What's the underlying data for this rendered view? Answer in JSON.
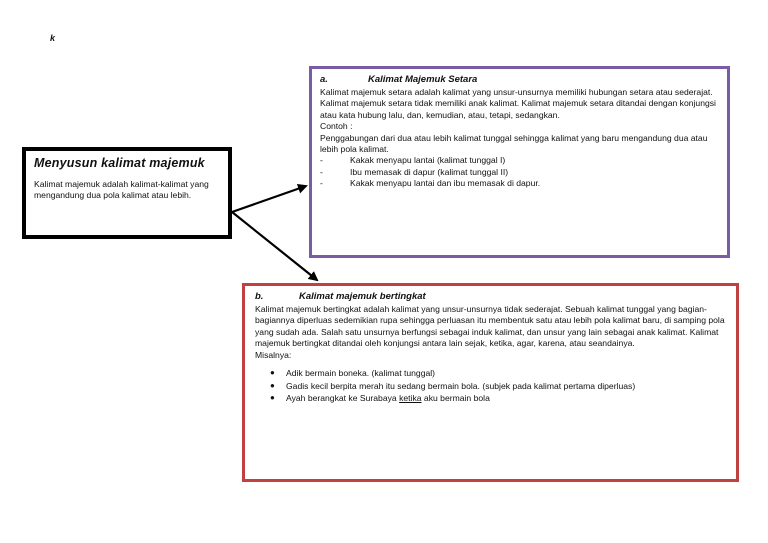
{
  "page": {
    "corner_mark": "k"
  },
  "main_box": {
    "title": "Menyusun kalimat majemuk",
    "body": "Kalimat majemuk adalah kalimat-kalimat yang mengandung dua pola kalimat atau lebih."
  },
  "section_a": {
    "letter": "a.",
    "title": "Kalimat Majemuk Setara",
    "body": "Kalimat majemuk setara adalah kalimat yang unsur-unsurnya memiliki hubungan setara atau sederajat. Kalimat majemuk setara tidak memiliki anak kalimat. Kalimat majemuk setara ditandai dengan konjungsi atau kata hubung lalu, dan, kemudian, atau, tetapi, sedangkan.",
    "example_label": "Contoh :",
    "example_intro": "Penggabungan dari dua atau lebih kalimat tunggal sehingga kalimat yang baru mengandung dua atau lebih pola kalimat.",
    "dash": "-",
    "examples": [
      "Kakak menyapu lantai (kalimat tunggal I)",
      "Ibu memasak di dapur (kalimat tunggal II)",
      "Kakak menyapu lantai dan ibu memasak di dapur."
    ]
  },
  "section_b": {
    "letter": "b.",
    "title": "Kalimat majemuk bertingkat",
    "body": "Kalimat majemuk bertingkat adalah kalimat yang unsur-unsurnya tidak sederajat. Sebuah kalimat tunggal yang bagian-bagiannya diperluas sedemikian rupa sehingga perluasan itu membentuk satu atau lebih pola kalimat baru, di samping pola yang sudah ada. Salah satu unsurnya berfungsi sebagai induk kalimat, dan unsur yang lain sebagai anak kalimat. Kalimat majemuk bertingkat ditandai oleh konjungsi antara lain sejak, ketika, agar, karena, atau seandainya.",
    "example_label": "Misalnya:",
    "bullet": "●",
    "examples": [
      "Adik bermain boneka. (kalimat tunggal)",
      "Gadis kecil berpita merah itu sedang bermain bola. (subjek pada kalimat pertama diperluas)"
    ],
    "last_example": {
      "before": "Ayah berangkat ke Surabaya ",
      "underlined": "ketika",
      "after": " aku bermain bola"
    }
  }
}
